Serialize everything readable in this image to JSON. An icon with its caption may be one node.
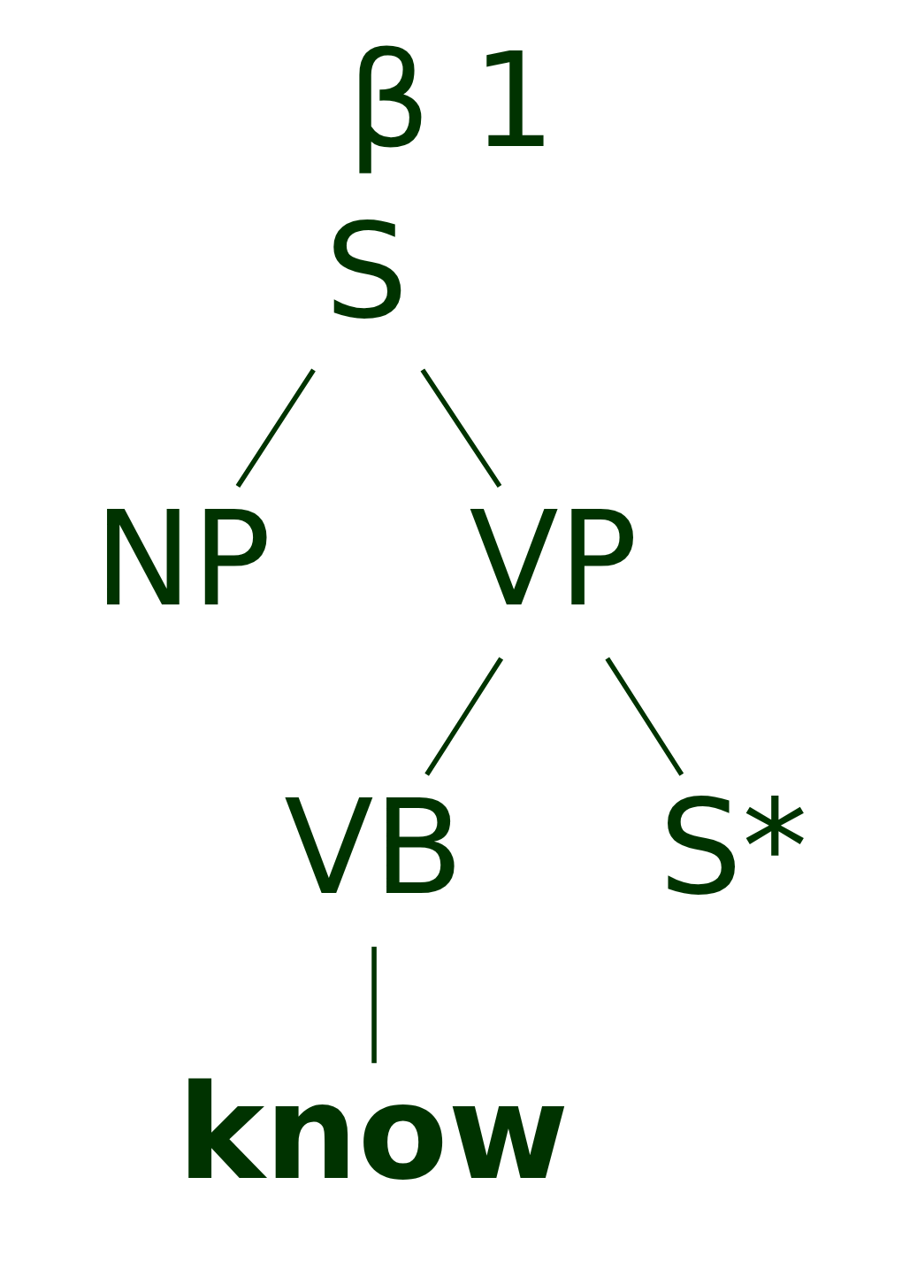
{
  "diagram": {
    "title": "β 1",
    "nodes": [
      {
        "text": [
          "S"
        ]
      },
      {
        "text": [
          "NP"
        ]
      },
      {
        "text": [
          "VP"
        ]
      },
      {
        "text": [
          "VB"
        ]
      },
      {
        "text": [
          "S*"
        ]
      },
      {
        "text": [
          "know"
        ]
      }
    ],
    "edges": [
      {
        "from": 0,
        "to": 1,
        "arrow": "none"
      },
      {
        "from": 0,
        "to": 2,
        "arrow": "none"
      },
      {
        "from": 2,
        "to": 3,
        "arrow": "none"
      },
      {
        "from": 2,
        "to": 4,
        "arrow": "none"
      },
      {
        "from": 3,
        "to": 5,
        "arrow": "none"
      }
    ]
  }
}
